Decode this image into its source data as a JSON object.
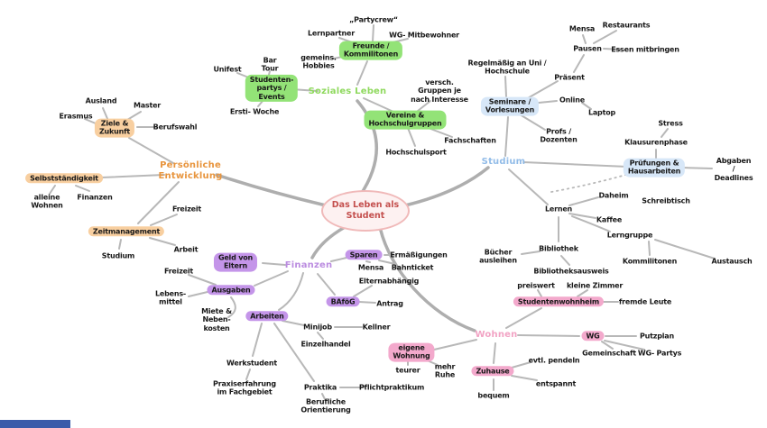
{
  "colors": {
    "edge": "#b8b8b8",
    "edge_main": "#aeaeae",
    "center_bg": "#fdf1f1",
    "center_border": "#f0b9b9",
    "center_text": "#c4504e",
    "green_text": "#8fd95e",
    "green_bg": "#93e377",
    "blue_text": "#92bce8",
    "blue_bg": "#d7e7f8",
    "orange_text": "#e8953e",
    "orange_bg": "#f8cfa0",
    "purple_text": "#bb8ce0",
    "purple_bg": "#c495e9",
    "pink_text": "#f2a3c4",
    "pink_bg": "#f3a9cc",
    "bottom_strip": "#3b5caa"
  },
  "mindmap": {
    "center": "Das Leben als\nStudent",
    "soziales_leben": {
      "label": "Soziales Leben",
      "freunde_kommilitonen": "Freunde /\nKommilitonen",
      "lernpartner": "Lernpartner",
      "partycrew": "„Partycrew“",
      "wg_mitbewohner": "WG- Mitbewohner",
      "gemeinsame_hobbies": "gemeins.\nHobbies",
      "studentenpartys_events": "Studenten-\npartys /\nEvents",
      "unifest": "Unifest",
      "bar_tour": "Bar\nTour",
      "ersti_woche": "Ersti- Woche",
      "vereine_hochschulgruppen": "Vereine &\nHochschulgruppen",
      "versch_gruppen": "versch.\nGruppen je\nnach Interesse",
      "fachschaften": "Fachschaften",
      "hochschulsport": "Hochschulsport"
    },
    "studium": {
      "label": "Studium",
      "seminare_vorlesungen": "Seminare /\nVorlesungen",
      "regelmaessig_an_uni": "Regelmäßig an Uni /\nHochschule",
      "praesent": "Präsent",
      "pausen": "Pausen",
      "mensa": "Mensa",
      "restaurants": "Restaurants",
      "essen_mitbringen": "Essen mitbringen",
      "online": "Online",
      "laptop": "Laptop",
      "profs_dozenten": "Profs /\nDozenten",
      "pruefungen_hausarbeiten": "Prüfungen &\nHausarbeiten",
      "klausurenphase": "Klausurenphase",
      "stress": "Stress",
      "abgaben_deadlines": "Abgaben /\nDeadlines",
      "lernen": "Lernen",
      "daheim": "Daheim",
      "schreibtisch": "Schreibtisch",
      "kaffee": "Kaffee",
      "lerngruppe": "Lerngruppe",
      "kommilitonen": "Kommilitonen",
      "austausch": "Austausch",
      "bibliothek": "Bibliothek",
      "buecher_ausleihen": "Bücher\nausleihen",
      "bibliotheksausweis": "Bibliotheksausweis"
    },
    "persoenliche_entwicklung": {
      "label": "Persönliche\nEntwicklung",
      "ziele_zukunft": "Ziele &\nZukunft",
      "ausland": "Ausland",
      "erasmus": "Erasmus",
      "master": "Master",
      "berufswahl": "Berufswahl",
      "selbststaendigkeit": "Selbstständigkeit",
      "alleine_wohnen": "alleine\nWohnen",
      "finanzen": "Finanzen",
      "zeitmanagement": "Zeitmanagement",
      "freizeit": "Freizeit",
      "studium": "Studium",
      "arbeit": "Arbeit"
    },
    "finanzen": {
      "label": "Finanzen",
      "geld_von_eltern": "Geld von\nEltern",
      "sparen": "Sparen",
      "ermaessigungen": "Ermäßigungen",
      "mensa": "Mensa",
      "bahnticket": "Bahnticket",
      "elternabhaengig": "Elternabhängig",
      "bafoeg": "BAföG",
      "antrag": "Antrag",
      "ausgaben": "Ausgaben",
      "freizeit": "Freizeit",
      "lebensmittel": "Lebens-\nmittel",
      "miete_nebenkosten": "Miete &\nNeben-\nkosten",
      "arbeiten": "Arbeiten",
      "minijob": "Minijob",
      "kellner": "Kellner",
      "einzelhandel": "Einzelhandel",
      "werkstudent": "Werkstudent",
      "praxiserfahrung": "Praxiserfahrung\nim Fachgebiet",
      "praktika": "Praktika",
      "pflichtpraktikum": "Pflichtpraktikum",
      "berufliche_orientierung": "Berufliche\nOrientierung"
    },
    "wohnen": {
      "label": "Wohnen",
      "studentenwohnheim": "Studentenwohnheim",
      "preiswert": "preiswert",
      "kleine_zimmer": "kleine Zimmer",
      "fremde_leute": "fremde Leute",
      "wg": "WG",
      "putzplan": "Putzplan",
      "gemeinschaft": "Gemeinschaft",
      "wg_partys": "WG- Partys",
      "eigene_wohnung": "eigene\nWohnung",
      "teurer": "teurer",
      "mehr_ruhe": "mehr\nRuhe",
      "zuhause": "Zuhause",
      "evtl_pendeln": "evtl. pendeln",
      "entspannt": "entspannt",
      "bequem": "bequem"
    }
  }
}
